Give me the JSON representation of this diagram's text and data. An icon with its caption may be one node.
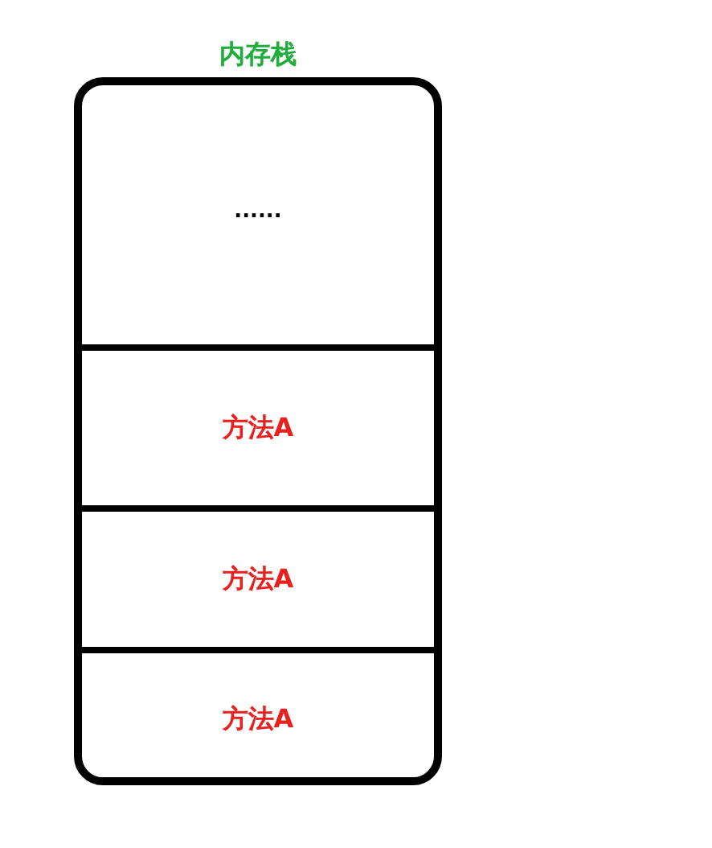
{
  "diagram": {
    "nodes": [
      {
        "text": [
          "内存栈"
        ]
      },
      {
        "text": [
          "......"
        ],
        "in": 0
      },
      {
        "text": [
          "方法A"
        ],
        "in": 0
      },
      {
        "text": [
          "方法A"
        ],
        "in": 0
      },
      {
        "text": [
          "方法A"
        ],
        "in": 0
      }
    ]
  }
}
